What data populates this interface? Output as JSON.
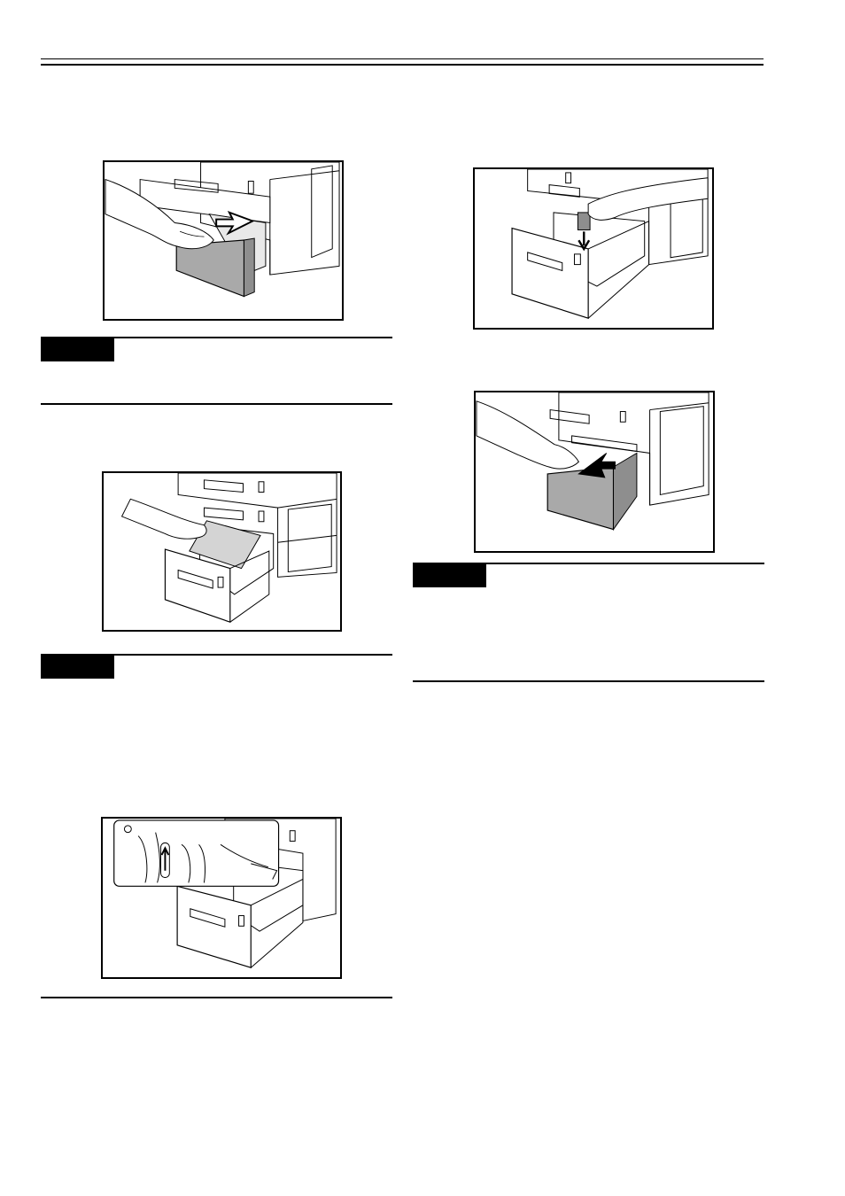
{
  "header": {
    "title": ""
  },
  "illustrations": [
    {
      "id": "fig1",
      "subject": "pull-out-drawer"
    },
    {
      "id": "fig2",
      "subject": "load-paper"
    },
    {
      "id": "fig3",
      "subject": "paper-level-indicator"
    },
    {
      "id": "fig4",
      "subject": "attach-size-card"
    },
    {
      "id": "fig5",
      "subject": "push-in-drawer"
    }
  ],
  "notes": [
    {
      "label": "",
      "text": ""
    },
    {
      "label": "",
      "text": ""
    },
    {
      "label": "",
      "text": ""
    }
  ],
  "colors": {
    "drawer_gray": "#a9a9a9",
    "line": "#000000",
    "paper": "#ffffff"
  },
  "icons": [
    "arrow-icon",
    "hand-icon",
    "size-card-icon",
    "level-indicator-icon"
  ]
}
